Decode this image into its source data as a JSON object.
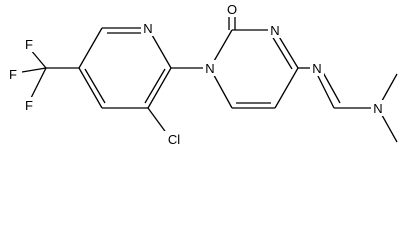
{
  "molecule": {
    "colors": {
      "bond": "#000000",
      "text": "#000000",
      "background": "#ffffff"
    },
    "atoms": {
      "n_pyridine": "N",
      "cl": "Cl",
      "f_top": "F",
      "f_left": "F",
      "f_bottom": "F",
      "n1_pyrimidinone": "N",
      "o_carbonyl": "O",
      "n3_pyrimidinone": "N",
      "n_imine": "N",
      "n_dimethyl": "N"
    }
  }
}
